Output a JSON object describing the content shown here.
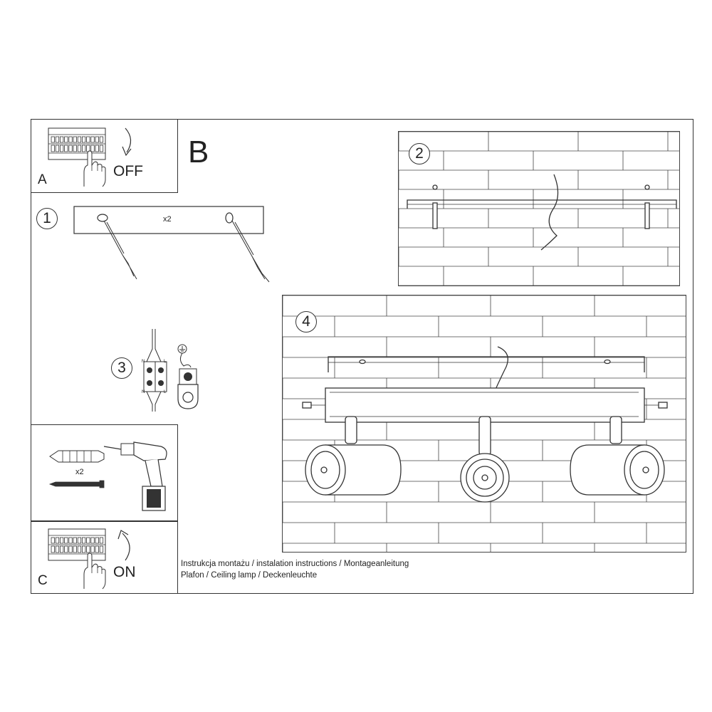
{
  "panels": {
    "a": {
      "letter": "A",
      "switch_label": "OFF"
    },
    "b": {
      "letter": "B"
    },
    "c": {
      "letter": "C",
      "switch_label": "ON"
    }
  },
  "steps": {
    "s1": {
      "number": "1",
      "quantity": "x2"
    },
    "s2": {
      "number": "2"
    },
    "s3": {
      "number": "3",
      "terminal_labels": [
        "N",
        "L",
        "N",
        "L"
      ]
    },
    "s4": {
      "number": "4"
    },
    "drill": {
      "quantity": "x2"
    }
  },
  "caption": {
    "line1": "Instrukcja montażu / instalation instructions / Montageanleitung",
    "line2": "Plafon / Ceiling lamp / Deckenleuchte"
  }
}
